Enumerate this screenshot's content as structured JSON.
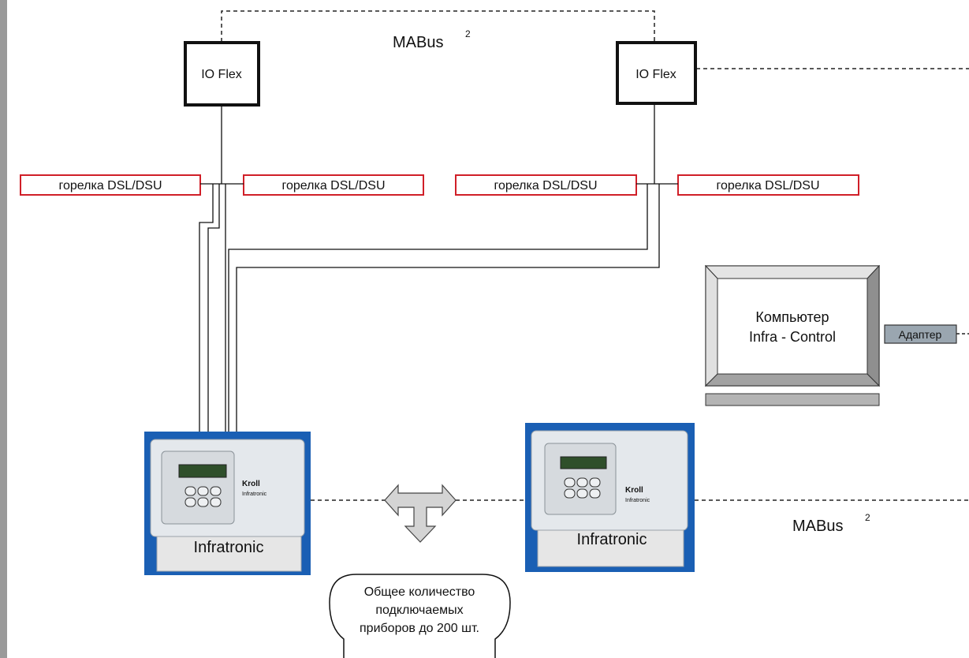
{
  "bus_top": {
    "label": "MABus",
    "superscript": "2"
  },
  "bus_bottom": {
    "label": "MABus",
    "superscript": "2"
  },
  "io_flex": [
    {
      "label": "IO Flex"
    },
    {
      "label": "IO Flex"
    }
  ],
  "burners": [
    {
      "label": "горелка DSL/DSU"
    },
    {
      "label": "горелка DSL/DSU"
    },
    {
      "label": "горелка DSL/DSU"
    },
    {
      "label": "горелка DSL/DSU"
    }
  ],
  "computer": {
    "line1": "Компьютер",
    "line2": "Infra - Control"
  },
  "adapter": {
    "label": "Адаптер"
  },
  "controllers": [
    {
      "label": "Infratronic",
      "brand": "Kroll",
      "model": "Infratronic"
    },
    {
      "label": "Infratronic",
      "brand": "Kroll",
      "model": "Infratronic"
    }
  ],
  "note": {
    "line1": "Общее количество",
    "line2": "подключаемых",
    "line3": "приборов до 200 шт."
  },
  "colors": {
    "burner_border": "#d01f28",
    "controller_bg": "#1a5fb4",
    "panel_bg": "#e4e8ec",
    "left_bar": "#9a9a9a",
    "arrow_fill": "#d4d4d4"
  }
}
